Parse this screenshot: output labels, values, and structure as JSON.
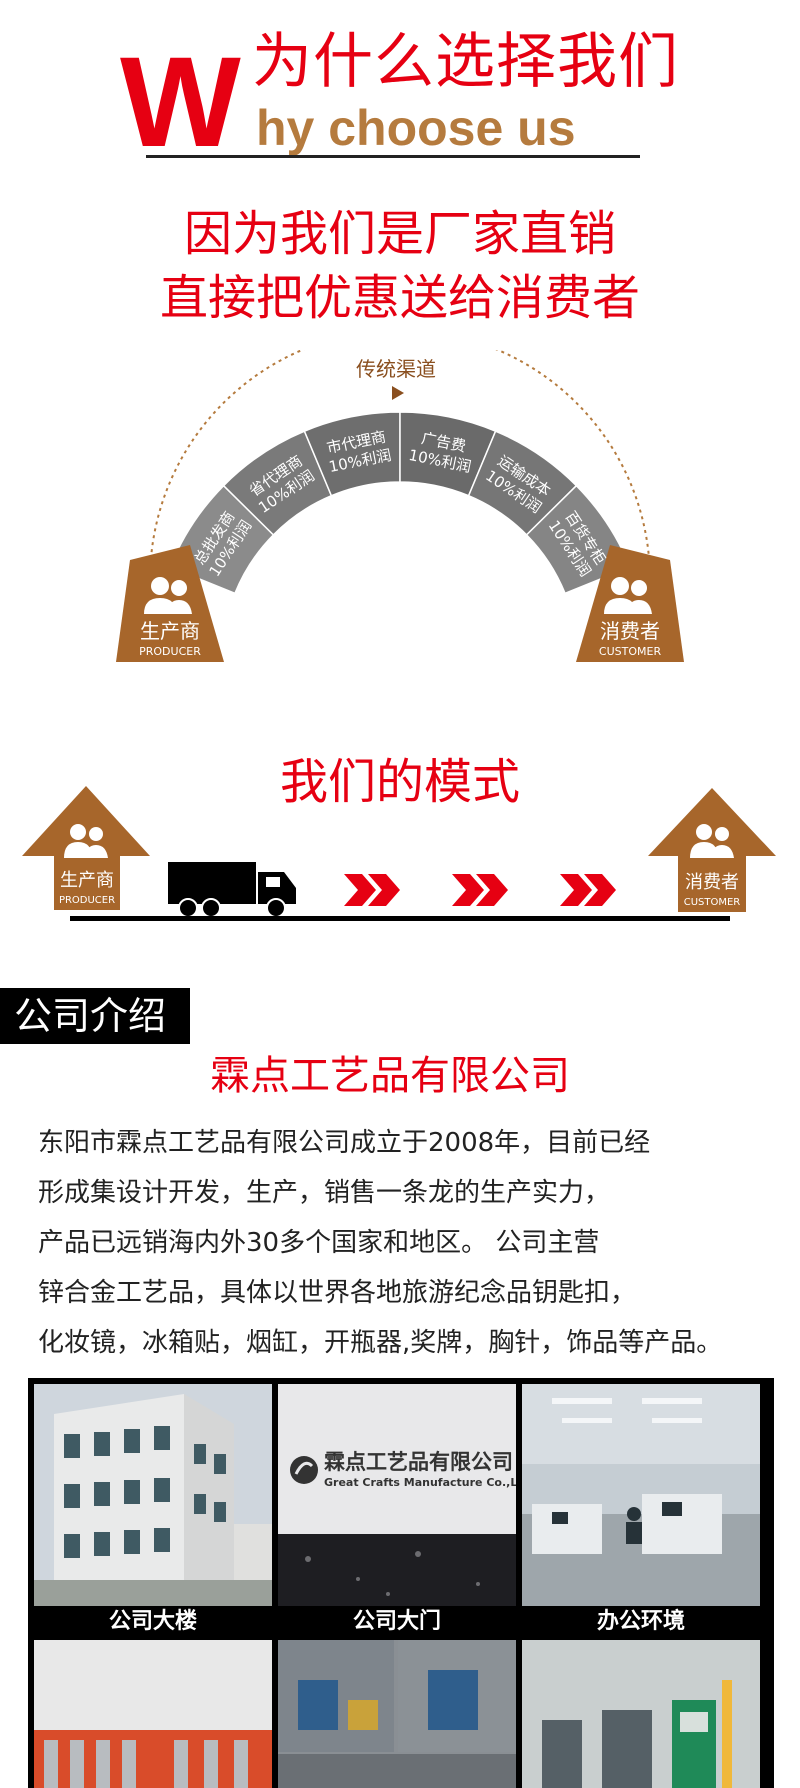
{
  "header": {
    "big_letter": "W",
    "cn_title": "为什么选择我们",
    "en_title": "hy choose us"
  },
  "slogan": {
    "line1": "因为我们是厂家直销",
    "line2": "直接把优惠送给消费者"
  },
  "channel": {
    "label": "传统渠道",
    "segments": [
      {
        "name": "总批发商",
        "profit": "10%利润"
      },
      {
        "name": "省代理商",
        "profit": "10%利润"
      },
      {
        "name": "市代理商",
        "profit": "10%利润"
      },
      {
        "name": "广告费",
        "profit": "10%利润"
      },
      {
        "name": "运输成本",
        "profit": "10%利润"
      },
      {
        "name": "百货专柜",
        "profit": "10%利润"
      }
    ],
    "producer": {
      "cn": "生产商",
      "en": "PRODUCER"
    },
    "customer": {
      "cn": "消费者",
      "en": "CUSTOMER"
    }
  },
  "model": {
    "title": "我们的模式",
    "producer": {
      "cn": "生产商",
      "en": "PRODUCER"
    },
    "customer": {
      "cn": "消费者",
      "en": "CUSTOMER"
    }
  },
  "intro": {
    "tag": "公司介绍",
    "company_name": "霖点工艺品有限公司",
    "lines": [
      "东阳市霖点工艺品有限公司成立于2008年，目前已经",
      "形成集设计开发，生产，销售一条龙的生产实力，",
      "产品已远销海内外30多个国家和地区。 公司主营",
      "锌合金工艺品，具体以世界各地旅游纪念品钥匙扣，",
      "化妆镜，冰箱贴，烟缸，开瓶器,奖牌，胸针，饰品等产品。"
    ]
  },
  "photos": {
    "captions": [
      "公司大楼",
      "公司大门",
      "办公环境"
    ],
    "logo_cn": "霖点工艺品有限公司",
    "logo_en": "Great Crafts Manufacture Co.,Ltd"
  },
  "colors": {
    "red": "#e60012",
    "brown": "#b57b3e",
    "dark_brown": "#8a4f1f"
  }
}
